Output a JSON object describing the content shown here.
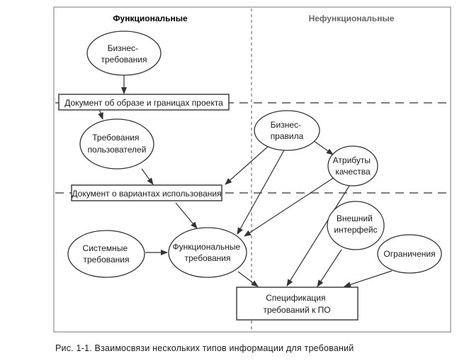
{
  "columns": {
    "functional": "Функциональные",
    "nonfunctional": "Нефункциональные"
  },
  "nodes": {
    "business_req": [
      "Бизнес-",
      "требования"
    ],
    "vision_doc": [
      "Документ об образе и границах проекта"
    ],
    "user_req": [
      "Требования",
      "пользователей"
    ],
    "business_rules": [
      "Бизнес-",
      "правила"
    ],
    "quality_attrs": [
      "Атрибуты",
      "качества"
    ],
    "use_case_doc": [
      "Документ о вариантах использования"
    ],
    "external_iface": [
      "Внешний",
      "интерфейс"
    ],
    "constraints": [
      "Ограничения"
    ],
    "system_req": [
      "Системные",
      "требования"
    ],
    "functional_req": [
      "Функциональные",
      "требования"
    ],
    "srs": [
      "Спецификация",
      "требований к ПО"
    ]
  },
  "caption": "Рис. 1-1. Взаимосвязи нескольких типов информации для требований",
  "colors": {
    "stroke": "#333333",
    "fill": "#ffffff",
    "divider": "#555555"
  }
}
